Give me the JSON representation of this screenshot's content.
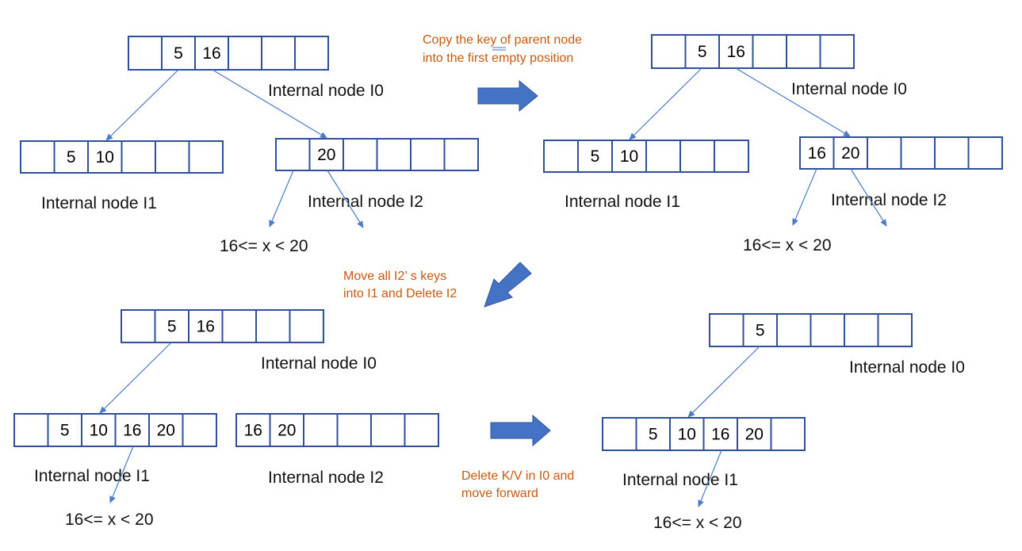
{
  "colors": {
    "node_border": "#2f4f9b",
    "edge": "#4a7ac8",
    "big_arrow": "#4472c4",
    "note_text": "#c55a11"
  },
  "labels": {
    "tl_i0": "Internal node I0",
    "tl_i1": "Internal node I1",
    "tl_i2": "Internal node I2",
    "tl_range": "16<= x < 20",
    "tr_i0": "Internal node I0",
    "tr_i1": "Internal node I1",
    "tr_i2": "Internal node I2",
    "tr_range": "16<= x < 20",
    "bl_i0": "Internal node I0",
    "bl_i1": "Internal node I1",
    "bl_i2": "Internal node I2",
    "bl_range": "16<= x < 20",
    "br_i0": "Internal node I0",
    "br_i1": "Internal node I1",
    "br_range": "16<= x < 20"
  },
  "notes": {
    "step1_line1": "Copy the key of parent node",
    "step1_line2": "into the first empty position",
    "step2_line1": "Move all I2’ s keys",
    "step2_line2": "into I1 and Delete I2",
    "step3_line1": "Delete K/V in I0 and",
    "step3_line2": "move forward"
  },
  "nodes": {
    "tl_i0": [
      "",
      "5",
      "16",
      "",
      "",
      ""
    ],
    "tl_i1": [
      "",
      "5",
      "10",
      "",
      "",
      ""
    ],
    "tl_i2": [
      "",
      "20",
      "",
      "",
      "",
      ""
    ],
    "tr_i0": [
      "",
      "5",
      "16",
      "",
      "",
      ""
    ],
    "tr_i1": [
      "",
      "5",
      "10",
      "",
      "",
      ""
    ],
    "tr_i2": [
      "16",
      "20",
      "",
      "",
      "",
      ""
    ],
    "bl_i0": [
      "",
      "5",
      "16",
      "",
      "",
      ""
    ],
    "bl_i1": [
      "",
      "5",
      "10",
      "16",
      "20",
      ""
    ],
    "bl_i2": [
      "16",
      "20",
      "",
      "",
      "",
      ""
    ],
    "br_i0": [
      "",
      "5",
      "",
      "",
      "",
      ""
    ],
    "br_i1": [
      "",
      "5",
      "10",
      "16",
      "20",
      ""
    ]
  }
}
